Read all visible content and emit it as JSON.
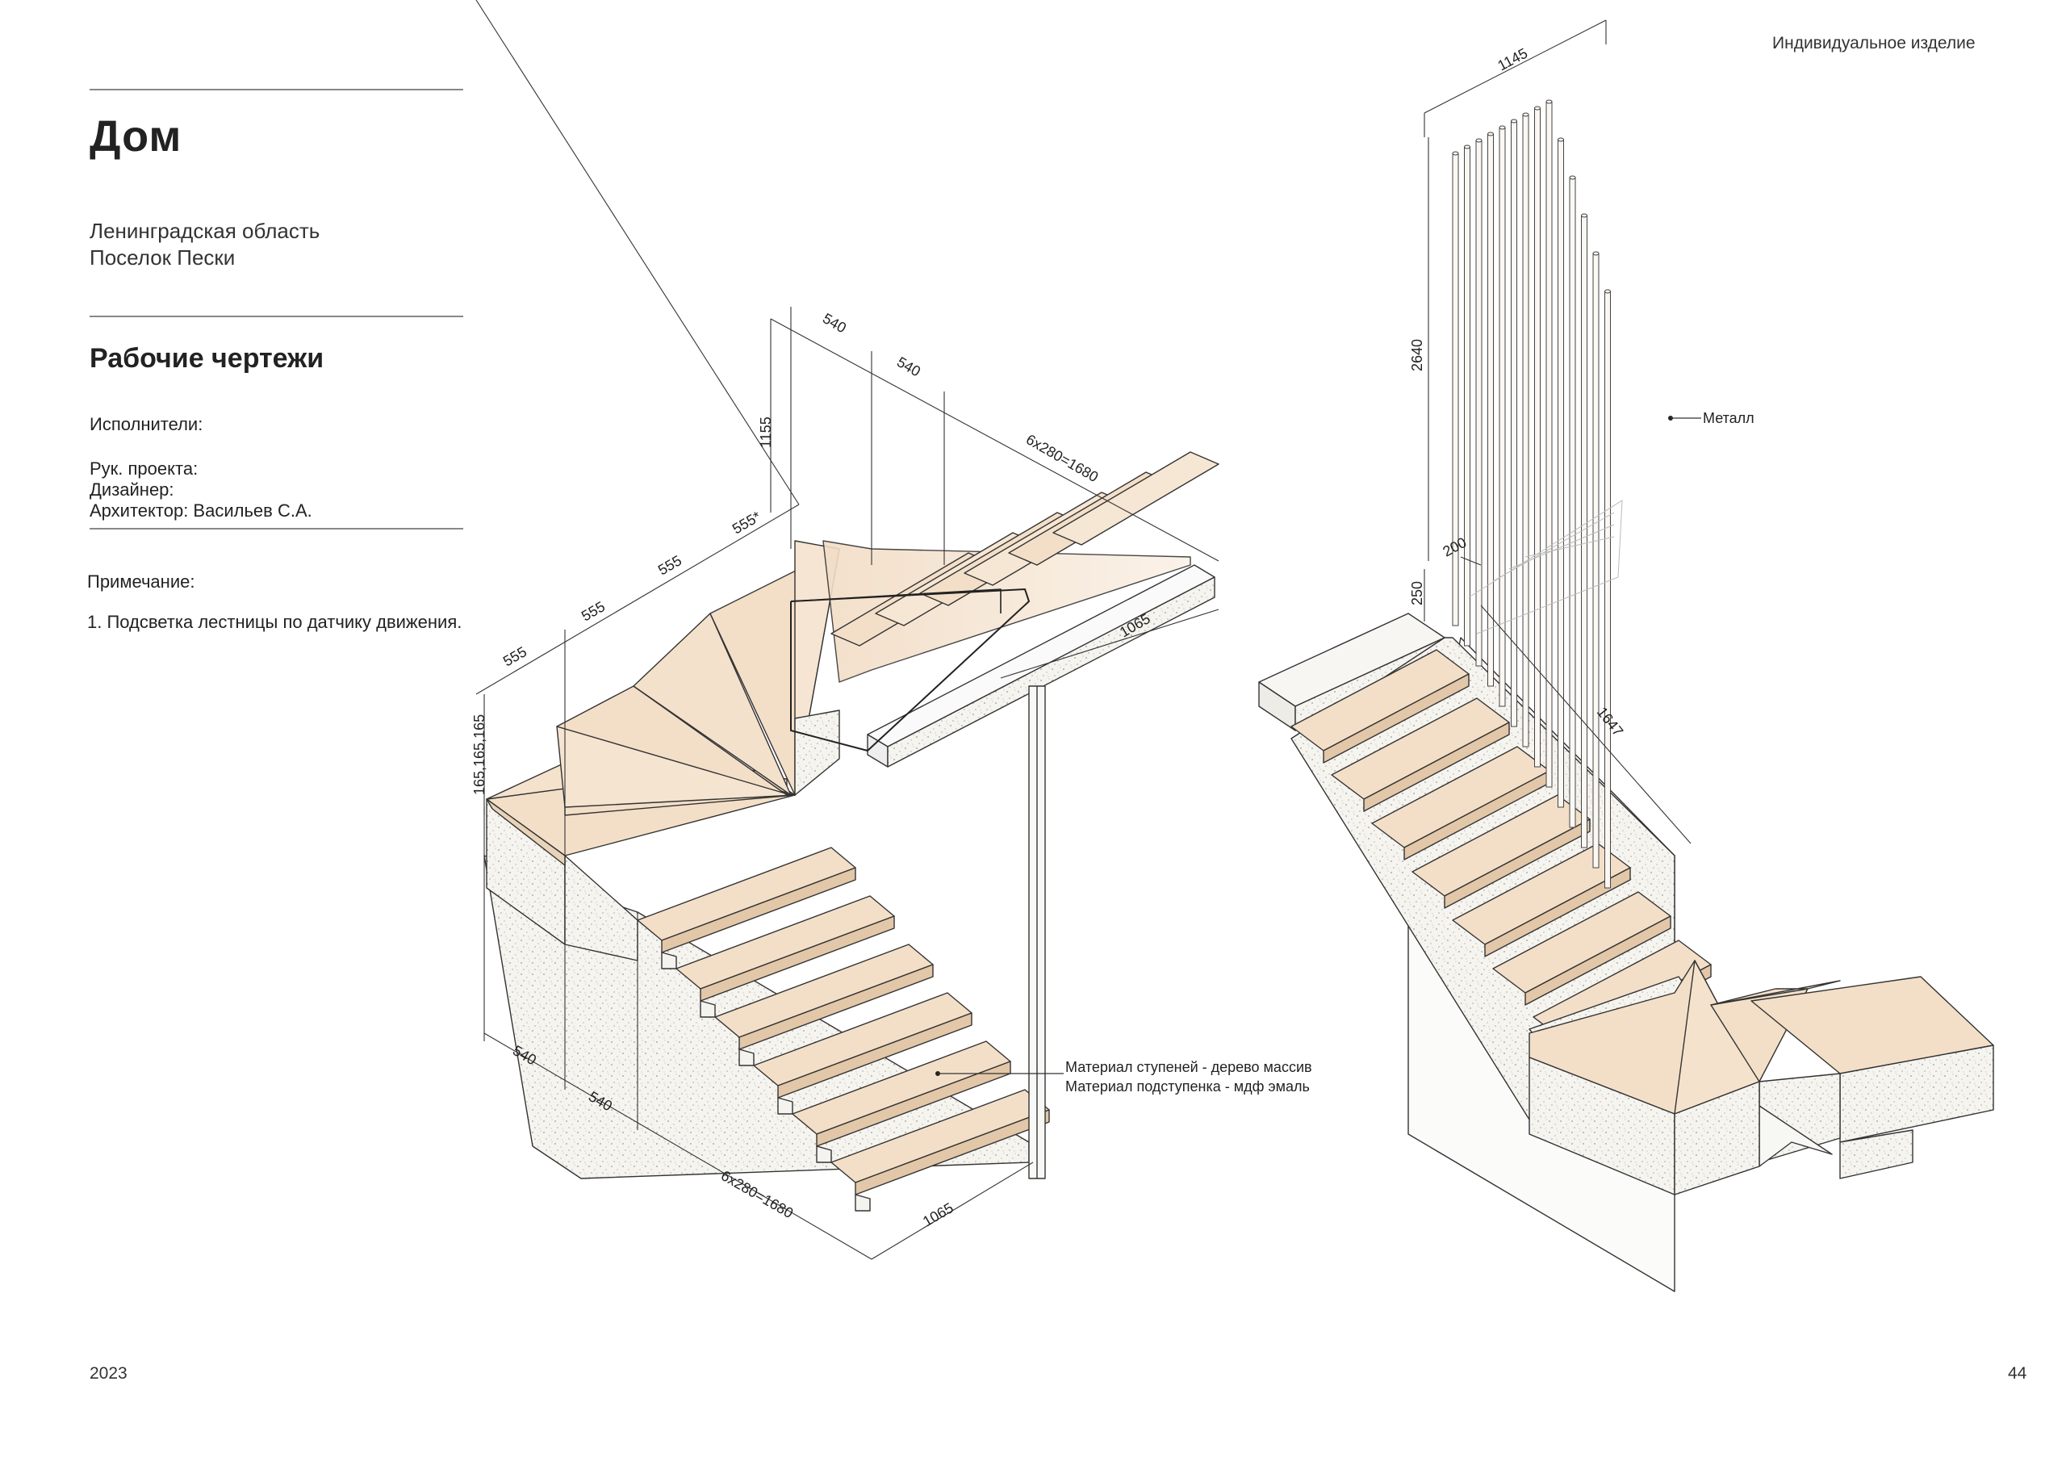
{
  "header": {
    "badge": "Индивидуальное изделие"
  },
  "sidebar": {
    "title": "Дом",
    "location_line1": "Ленинградская область",
    "location_line2": "Поселок Пески",
    "subtitle": "Рабочие чертежи",
    "executors_label": "Исполнители:",
    "project_lead": "Рук. проекта:",
    "designer": "Дизайнер:",
    "architect": "Архитектор: Васильев С.А.",
    "note_label": "Примечание:",
    "note_1": "1. Подсветка лестницы по датчику движения."
  },
  "left_drawing": {
    "dims": {
      "top_540_a": "540",
      "top_540_b": "540",
      "top_run": "6x280=1680",
      "height_1155": "1155",
      "w_555_star": "555*",
      "w_555_1": "555",
      "w_555_2": "555",
      "w_555_3": "555",
      "rise_165": "165,165,165",
      "landing_width": "1065",
      "bottom_540_a": "540",
      "bottom_540_b": "540",
      "bottom_run": "6x280=1680",
      "bottom_width": "1065"
    },
    "material_treads": "Материал ступеней - дерево массив",
    "material_risers": "Материал подступенка - мдф эмаль"
  },
  "right_drawing": {
    "dims": {
      "width_1145": "1145",
      "height_2640": "2640",
      "rail_250": "250",
      "gap_200": "200",
      "diag_1647": "1647"
    },
    "material_label": "Металл"
  },
  "footer": {
    "year": "2023",
    "page": "44"
  },
  "colors": {
    "tread": "#f3dfc8",
    "tread_edge": "#e2c7a8",
    "concrete": "#f5f3ee",
    "line": "#333333"
  }
}
